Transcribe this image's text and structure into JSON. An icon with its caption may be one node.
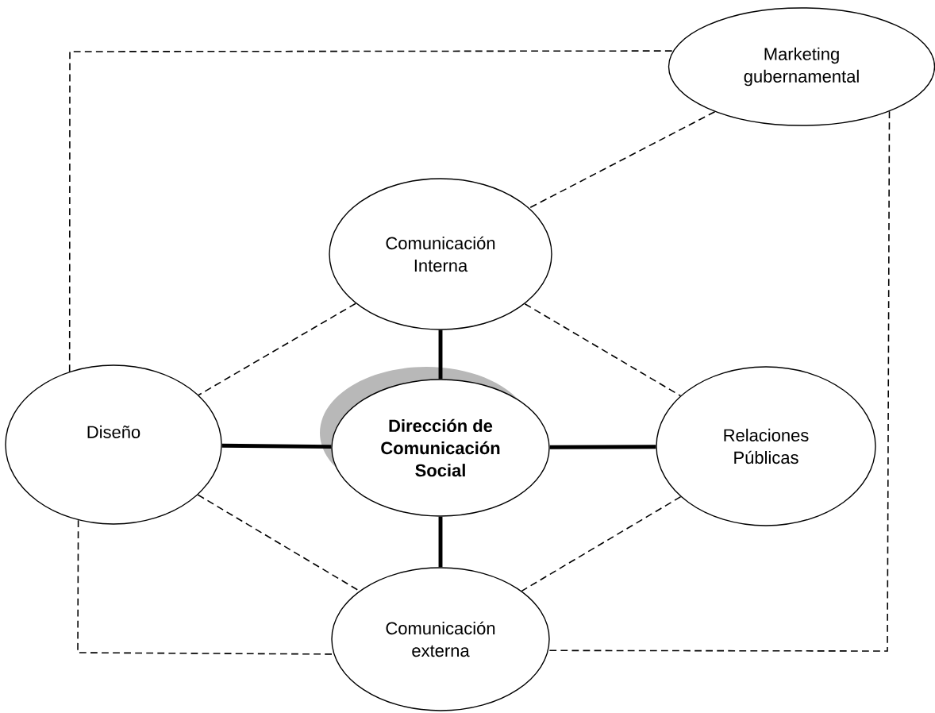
{
  "diagram": {
    "nodes": [
      {
        "text": [
          "Marketing gubernamental"
        ]
      },
      {
        "text": [
          "Comunicación Interna"
        ]
      },
      {
        "text": [
          "Diseño"
        ]
      },
      {
        "text": [
          "Dirección de Comunicación Social"
        ]
      },
      {
        "text": [
          "Relaciones Públicas"
        ]
      },
      {
        "text": [
          "Comunicación externa"
        ]
      }
    ],
    "edges": [
      {
        "from": 1,
        "to": 3,
        "arrow": "none",
        "style": "thick"
      },
      {
        "from": 2,
        "to": 3,
        "arrow": "none",
        "style": "thick"
      },
      {
        "from": 3,
        "to": 4,
        "arrow": "none",
        "style": "thick"
      },
      {
        "from": 3,
        "to": 5,
        "arrow": "none",
        "style": "thick"
      },
      {
        "from": 0,
        "to": 1,
        "arrow": "none",
        "style": "dashed"
      },
      {
        "from": 1,
        "to": 2,
        "arrow": "none",
        "style": "dashed"
      },
      {
        "from": 1,
        "to": 4,
        "arrow": "none",
        "style": "dashed"
      },
      {
        "from": 2,
        "to": 5,
        "arrow": "none",
        "style": "dashed"
      },
      {
        "from": 4,
        "to": 5,
        "arrow": "none",
        "style": "dashed"
      },
      {
        "from": 2,
        "to": 0,
        "arrow": "none",
        "style": "dashed"
      },
      {
        "from": 0,
        "to": 5,
        "arrow": "none",
        "style": "dashed"
      },
      {
        "from": 2,
        "to": 5,
        "arrow": "none",
        "style": "dashed"
      }
    ]
  }
}
